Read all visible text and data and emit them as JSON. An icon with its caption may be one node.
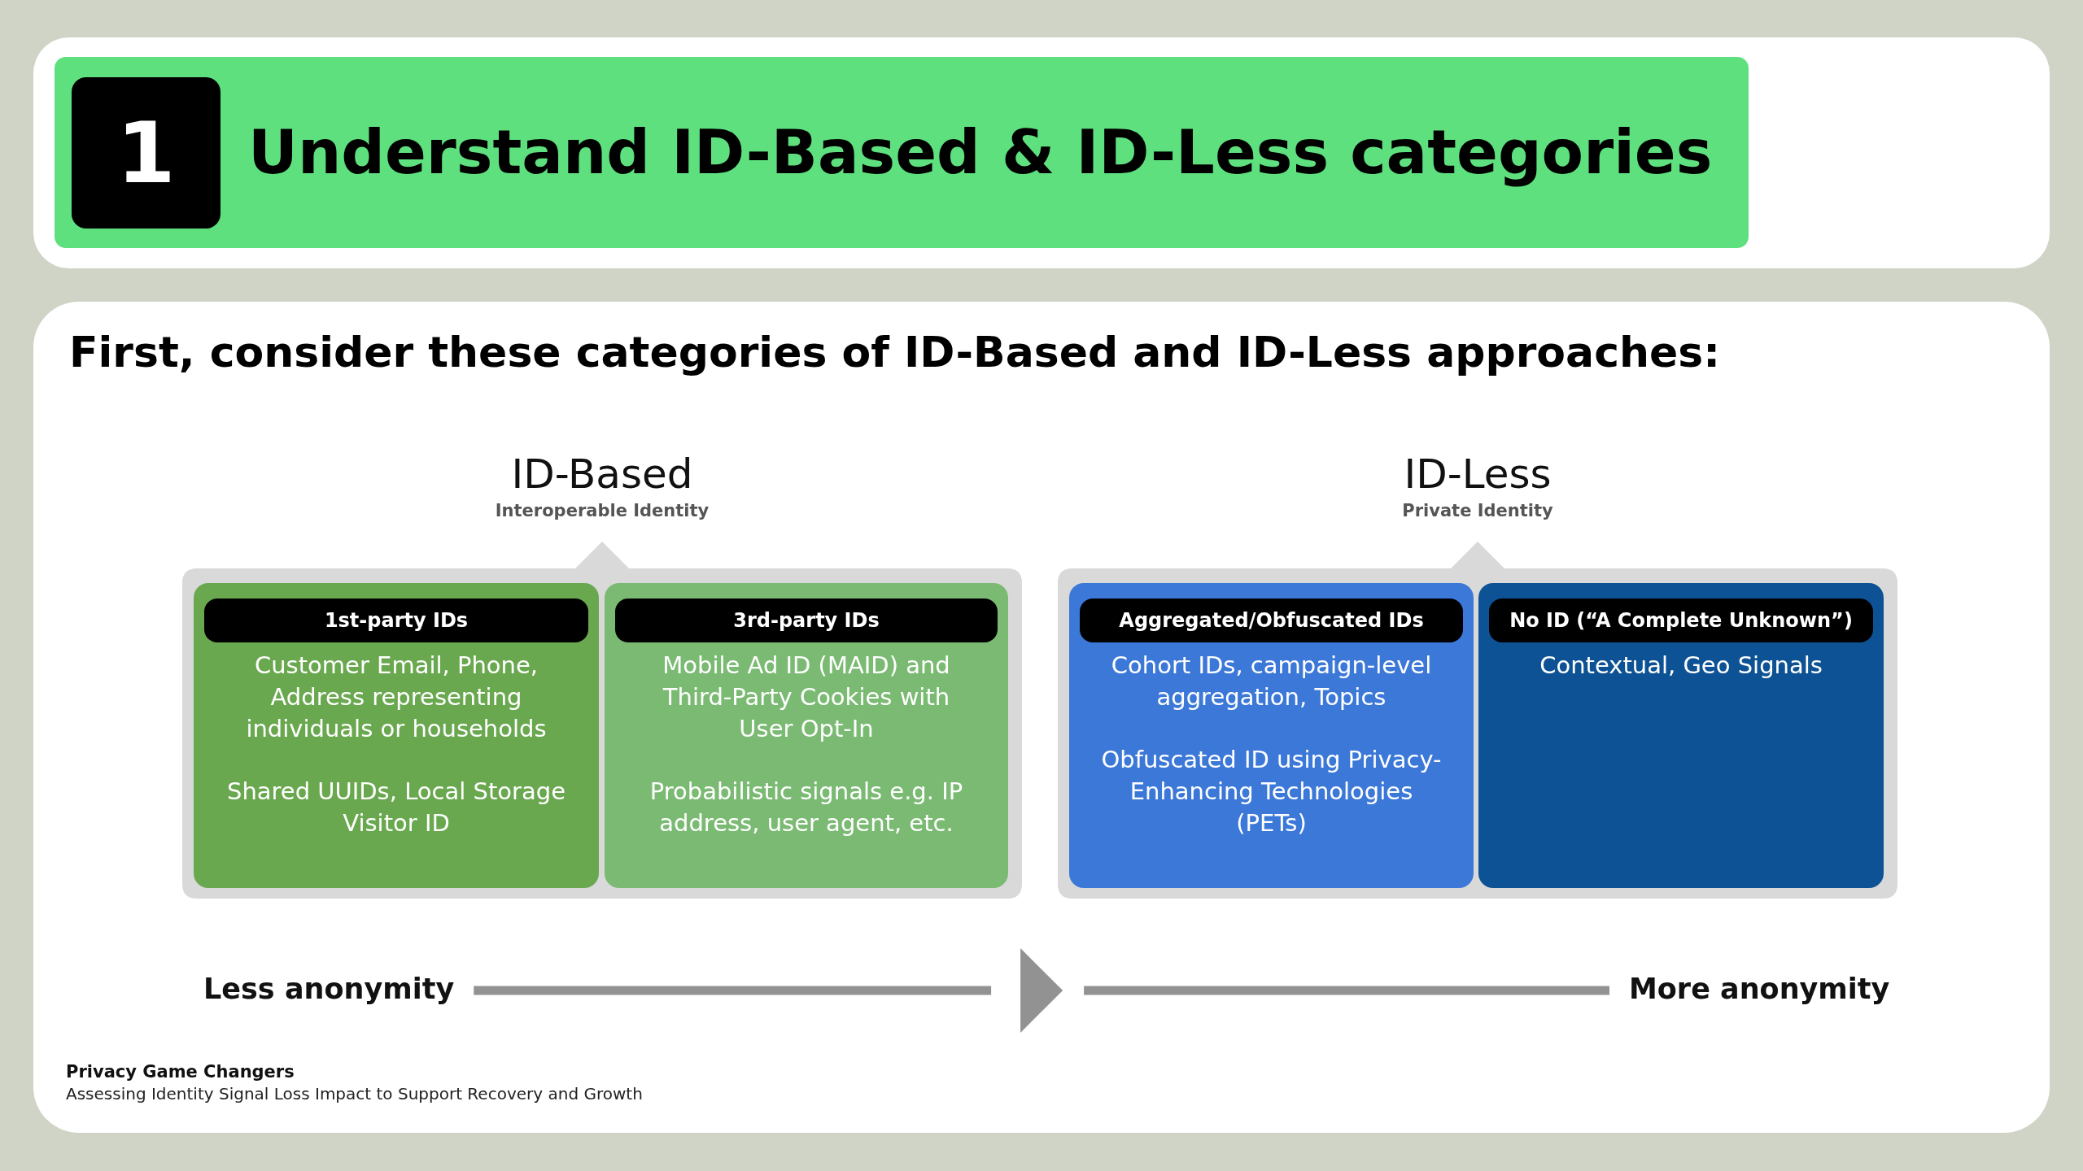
{
  "diagram": {
    "title": "Understand ID-Based & ID-Less categories",
    "nodes": [
      {
        "text": [
          "1"
        ]
      },
      {
        "text": [
          "ID-Based",
          "Interoperable Identity"
        ]
      },
      {
        "text": [
          "Customer Email, Phone, Address representing individuals or households",
          "Shared UUIDs, Local Storage Visitor ID"
        ],
        "in": 1
      },
      {
        "text": [
          "1st-party IDs"
        ],
        "in": 2
      },
      {
        "text": [
          "Mobile Ad ID (MAID) and Third-Party Cookies with User Opt-In",
          "Probabilistic signals e.g. IP address, user agent, etc."
        ],
        "in": 1
      },
      {
        "text": [
          "3rd-party IDs"
        ],
        "in": 4
      },
      {
        "text": [
          "ID-Less",
          "Private Identity"
        ]
      },
      {
        "text": [
          "Cohort IDs, campaign-level aggregation, Topics",
          "Obfuscated ID using Privacy-Enhancing Technologies (PETs)"
        ],
        "in": 6
      },
      {
        "text": [
          "Aggregated/Obfuscated IDs"
        ],
        "in": 7
      },
      {
        "text": [
          "Contextual, Geo Signals"
        ],
        "in": 6
      },
      {
        "text": [
          "No ID (“A Complete Unknown”)"
        ],
        "in": 9
      }
    ],
    "labels": [
      "First, consider these categories of ID-Based and ID-Less approaches:",
      "Less anonymity",
      "More anonymity",
      "Privacy Game Changers",
      "Assessing Identity Signal Loss Impact to Support Recovery and Growth"
    ]
  }
}
